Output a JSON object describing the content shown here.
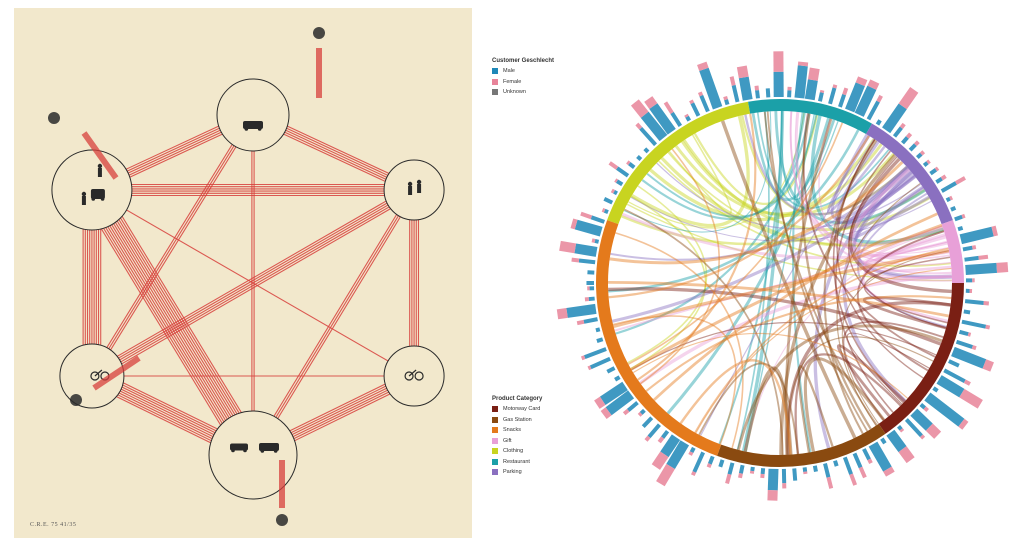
{
  "left_panel": {
    "credit": "C.R.E. 75 41/35",
    "line_color": "#d8403c",
    "background": "#f2e8cc"
  },
  "right_panel": {
    "legend_gender": {
      "title": "Customer Geschlecht",
      "items": [
        {
          "label": "Male",
          "color": "#1e88b8"
        },
        {
          "label": "Female",
          "color": "#e8849a"
        },
        {
          "label": "Unknown",
          "color": "#777777"
        }
      ]
    },
    "legend_category": {
      "title": "Product Category",
      "items": [
        {
          "label": "Motorway Card",
          "color": "#7a1f14"
        },
        {
          "label": "Gas Station",
          "color": "#8a4a10"
        },
        {
          "label": "Snacks",
          "color": "#e47a1c"
        },
        {
          "label": "Gift",
          "color": "#e8a0d8"
        },
        {
          "label": "Clothing",
          "color": "#c8d420"
        },
        {
          "label": "Restaurant",
          "color": "#1ba0a8"
        },
        {
          "label": "Parking",
          "color": "#8a70c0"
        }
      ]
    }
  }
}
